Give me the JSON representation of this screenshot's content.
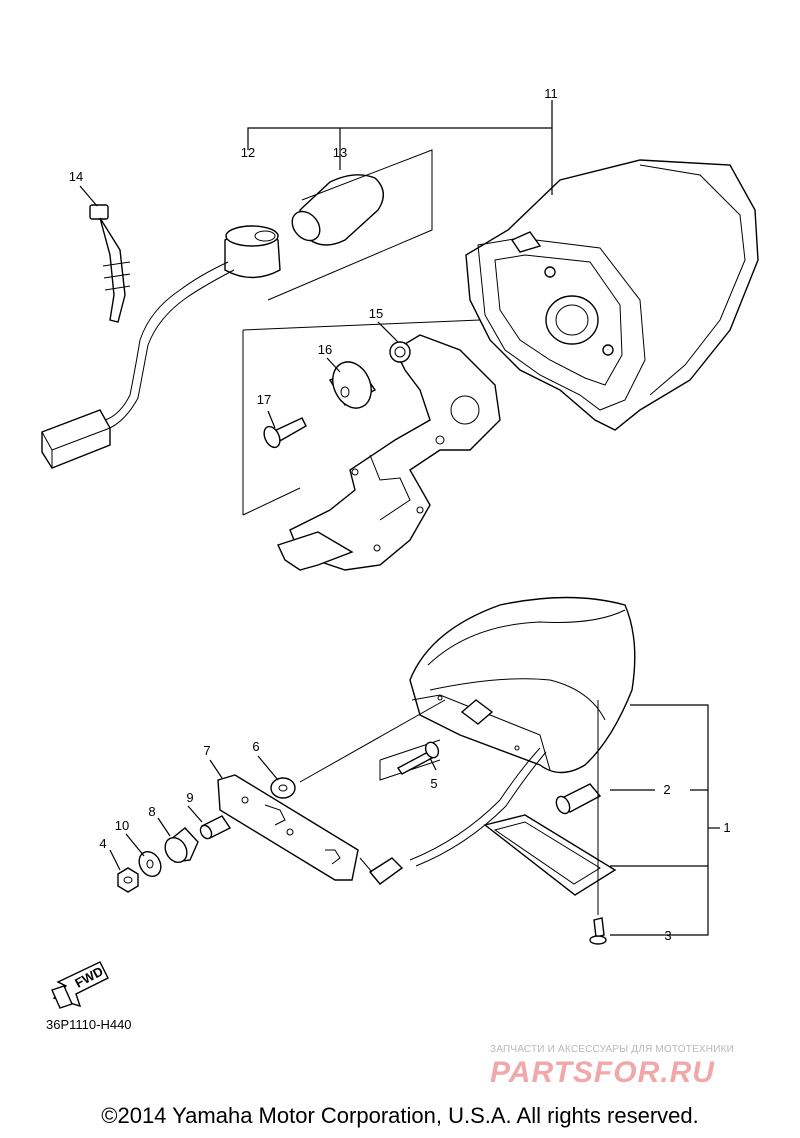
{
  "diagram": {
    "callouts": {
      "c1": "1",
      "c2": "2",
      "c3": "3",
      "c4": "4",
      "c5": "5",
      "c6": "6",
      "c7": "7",
      "c8": "8",
      "c9": "9",
      "c10": "10",
      "c11": "11",
      "c12": "12",
      "c13": "13",
      "c14": "14",
      "c15": "15",
      "c16": "16",
      "c17": "17"
    },
    "fwd_label": "FWD",
    "diagram_code": "36P1110-H440"
  },
  "footer": {
    "copyright": "©2014 Yamaha Motor Corporation, U.S.A. All rights reserved."
  },
  "watermark": {
    "tagline": "ЗАПЧАСТИ И АКСЕССУАРЫ ДЛЯ МОТОТЕХНИКИ",
    "logo": "PARTSFOR.RU"
  },
  "colors": {
    "ink": "#000000",
    "watermark_logo": "#f0a8a8",
    "watermark_text": "#b8b8b8"
  }
}
